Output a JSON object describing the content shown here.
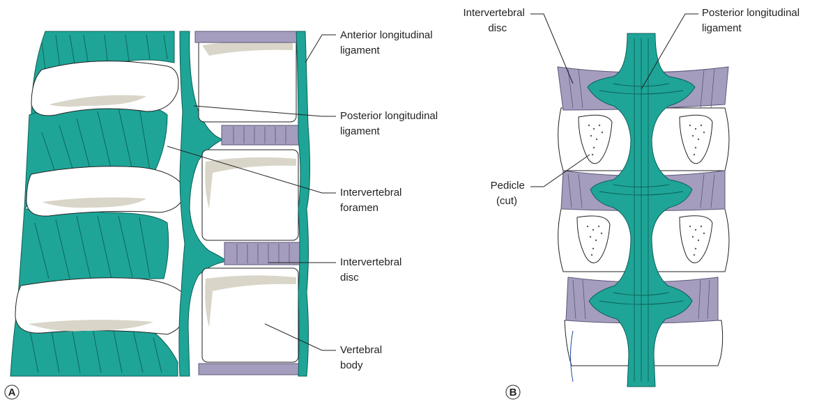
{
  "panel_a": {
    "letter": "A",
    "labels": {
      "anterior_ligament": [
        "Anterior longitudinal",
        "ligament"
      ],
      "posterior_ligament": [
        "Posterior longitudinal",
        "ligament"
      ],
      "foramen": [
        "Intervertebral",
        "foramen"
      ],
      "disc": [
        "Intervertebral",
        "disc"
      ],
      "body": [
        "Vertebral",
        "body"
      ]
    }
  },
  "panel_b": {
    "letter": "B",
    "labels": {
      "disc": [
        "Intervertebral",
        "disc"
      ],
      "posterior_ligament": [
        "Posterior longitudinal",
        "ligament"
      ],
      "pedicle": [
        "Pedicle",
        "(cut)"
      ]
    }
  },
  "colors": {
    "ligament": "#1ea597",
    "disc": "#a49dbd",
    "bone_cortex": "#d9d5c8"
  }
}
